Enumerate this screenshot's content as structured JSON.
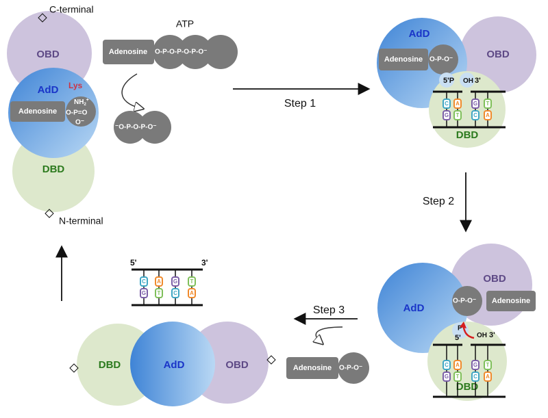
{
  "domains": {
    "obd": "OBD",
    "add": "AdD",
    "dbd": "DBD"
  },
  "labels": {
    "c_terminal": "C-terminal",
    "n_terminal": "N-terminal",
    "atp": "ATP",
    "lys": "Lys",
    "adenosine": "Adenosine",
    "nh2": "NH",
    "nh_sup": "2",
    "nh_plus": "+",
    "five_prime": "5'",
    "three_prime": "3'",
    "p": "P",
    "oh": "OH",
    "step1": "Step 1",
    "step2": "Step 2",
    "step3": "Step 3",
    "phos_line": "O-P=O",
    "o_minus": "O⁻",
    "atp_chain": "O-P-O-P-O-P-O⁻",
    "ppi_chain": "⁻O-P-O-P-O⁻",
    "amp_chain": "O-P-O⁻",
    "o_eq": "O"
  },
  "dna": {
    "top_bases": [
      "C",
      "A",
      "G",
      "T"
    ],
    "bottom_bases": [
      "G",
      "T",
      "C",
      "A"
    ],
    "colors": {
      "C": "#3fa6c4",
      "A": "#f08a2c",
      "G": "#7b5ea7",
      "T": "#7fbf5a"
    }
  },
  "colors": {
    "obd": "#cdc3dd",
    "add_light": "#a9cdf0",
    "add_dark": "#3f84d6",
    "dbd": "#dde8cc",
    "adenosine": "#7a7a7a",
    "arrow_red": "#d61f1f",
    "lys_red": "#cc3344",
    "add_label": "#1a35c8",
    "obd_label": "#5e4a86",
    "dbd_label": "#2c7a1e"
  }
}
